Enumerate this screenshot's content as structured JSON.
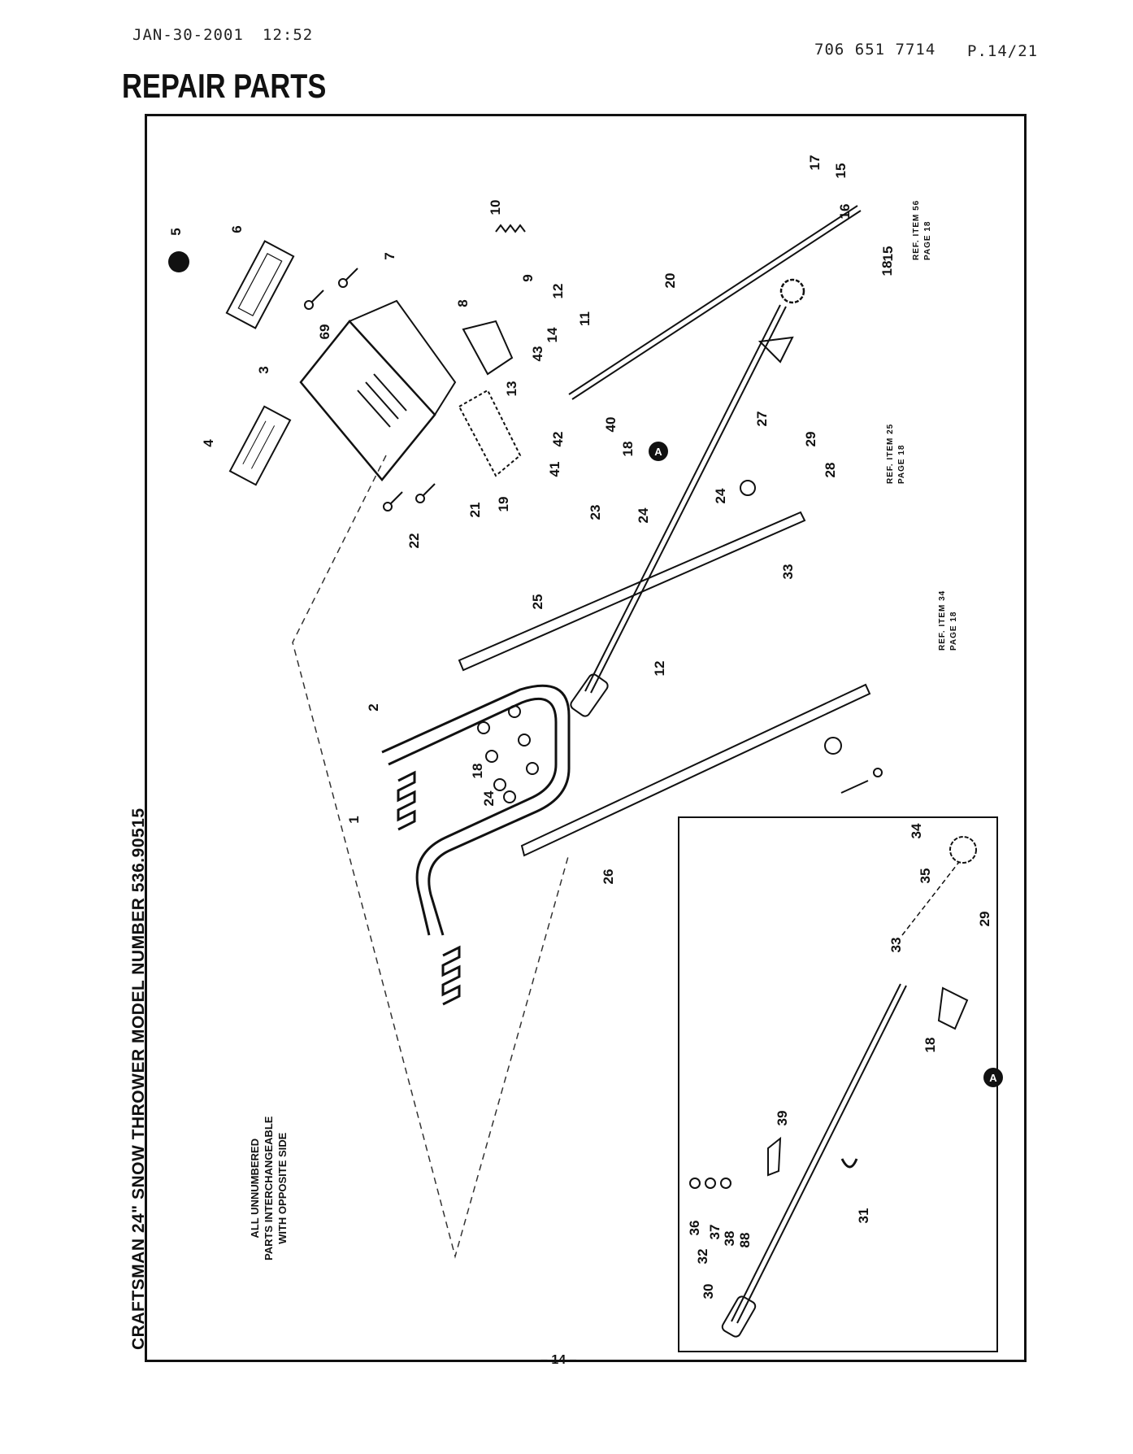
{
  "fax_header": {
    "date": "JAN-30-2001",
    "time": "12:52",
    "phone": "706 651 7714",
    "page": "P.14/21"
  },
  "title": "REPAIR PARTS",
  "side_title": "CRAFTSMAN 24\" SNOW THROWER MODEL NUMBER 536.90515",
  "note": {
    "line1": "ALL UNNUMBERED",
    "line2": "PARTS INTERCHANGEABLE",
    "line3": "WITH OPPOSITE SIDE"
  },
  "page_number": "– 14 –",
  "callouts": [
    "5",
    "6",
    "7",
    "3",
    "4",
    "69",
    "8",
    "9",
    "12",
    "10",
    "11",
    "14",
    "13",
    "43",
    "40",
    "42",
    "41",
    "18",
    "21",
    "19",
    "22",
    "20",
    "15",
    "17",
    "16",
    "15",
    "18",
    "27",
    "29",
    "28",
    "24",
    "23",
    "24",
    "25",
    "33",
    "12",
    "2",
    "18",
    "24",
    "1",
    "26",
    "34",
    "35",
    "29",
    "33",
    "18",
    "39",
    "36",
    "37",
    "38",
    "88",
    "31",
    "32",
    "30"
  ],
  "references": [
    {
      "line1": "REF. ITEM 56",
      "line2": "PAGE 18"
    },
    {
      "line1": "REF. ITEM 25",
      "line2": "PAGE 18"
    },
    {
      "line1": "REF. ITEM 34",
      "line2": "PAGE 18"
    }
  ],
  "marker": "A"
}
